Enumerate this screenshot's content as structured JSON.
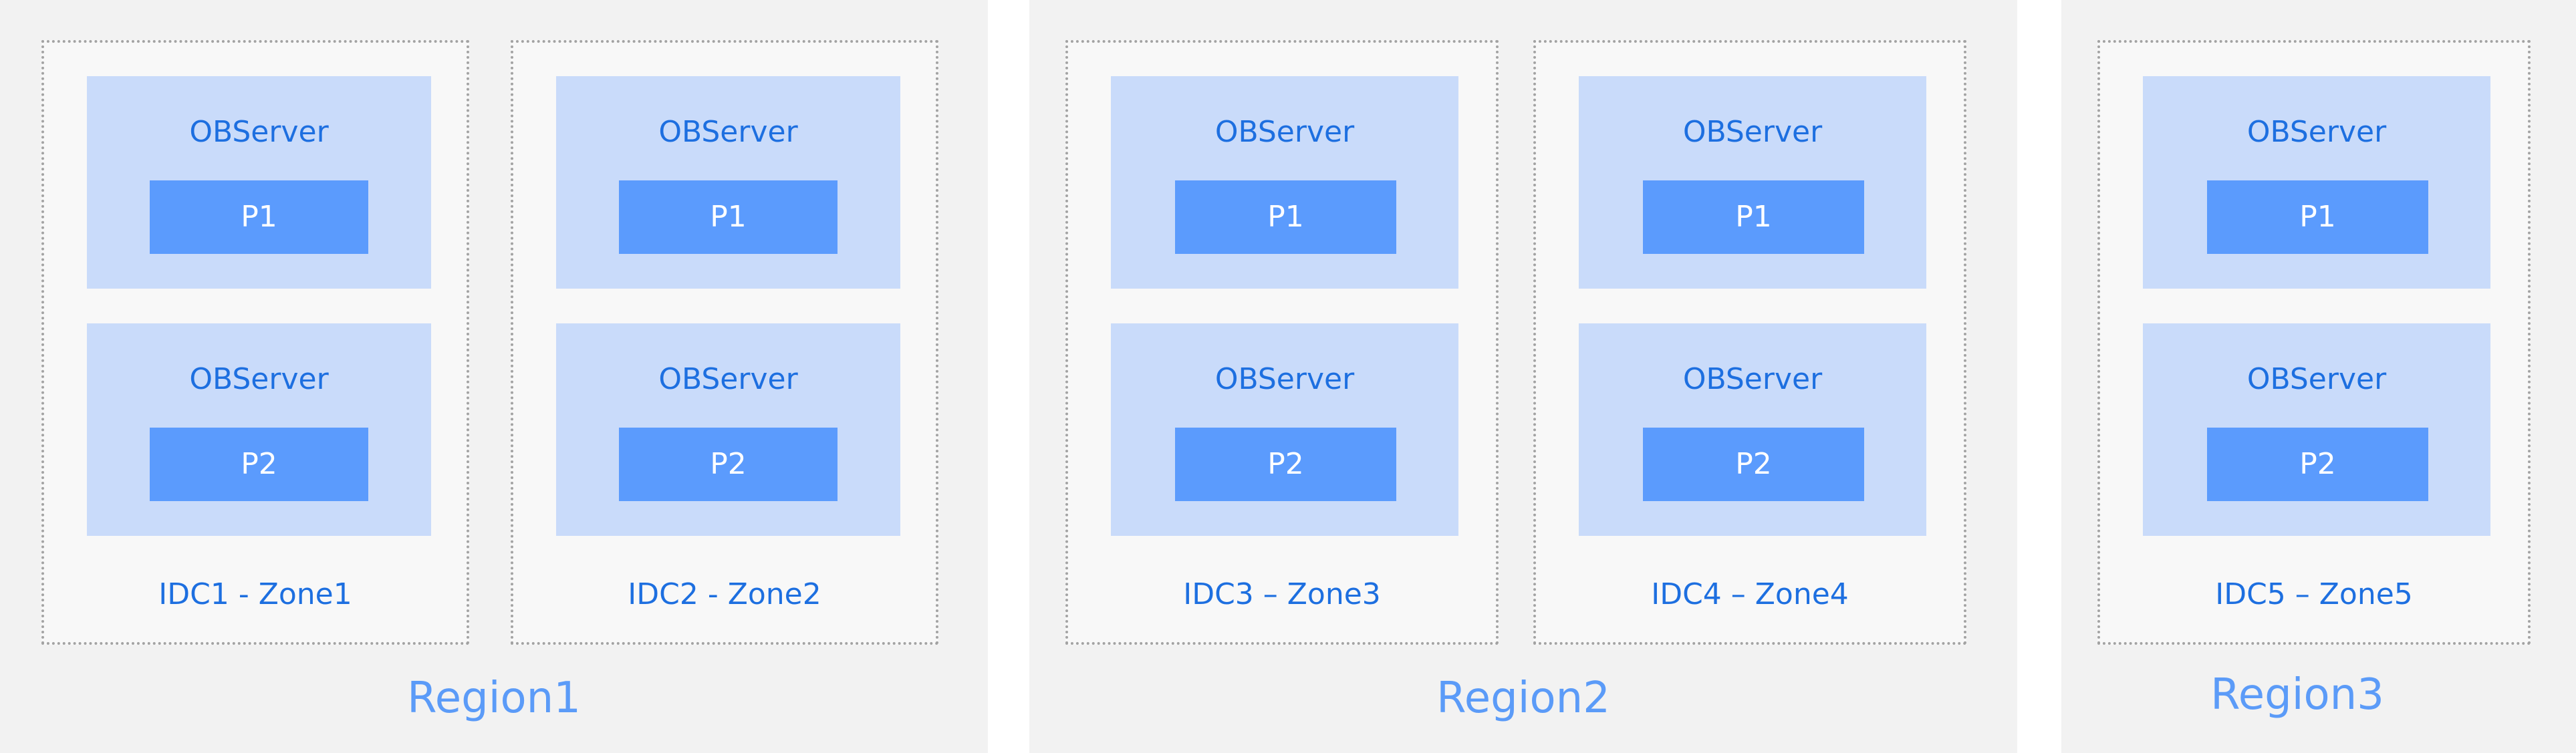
{
  "regions": [
    {
      "label": "Region1",
      "zones": [
        {
          "label": "IDC1 - Zone1",
          "servers": [
            {
              "title": "OBServer",
              "partition": "P1"
            },
            {
              "title": "OBServer",
              "partition": "P2"
            }
          ]
        },
        {
          "label": "IDC2 - Zone2",
          "servers": [
            {
              "title": "OBServer",
              "partition": "P1"
            },
            {
              "title": "OBServer",
              "partition": "P2"
            }
          ]
        }
      ]
    },
    {
      "label": "Region2",
      "zones": [
        {
          "label": "IDC3 – Zone3",
          "servers": [
            {
              "title": "OBServer",
              "partition": "P1"
            },
            {
              "title": "OBServer",
              "partition": "P2"
            }
          ]
        },
        {
          "label": "IDC4 – Zone4",
          "servers": [
            {
              "title": "OBServer",
              "partition": "P1"
            },
            {
              "title": "OBServer",
              "partition": "P2"
            }
          ]
        }
      ]
    },
    {
      "label": "Region3",
      "zones": [
        {
          "label": "IDC5 – Zone5",
          "servers": [
            {
              "title": "OBServer",
              "partition": "P1"
            },
            {
              "title": "OBServer",
              "partition": "P2"
            }
          ]
        }
      ]
    }
  ]
}
